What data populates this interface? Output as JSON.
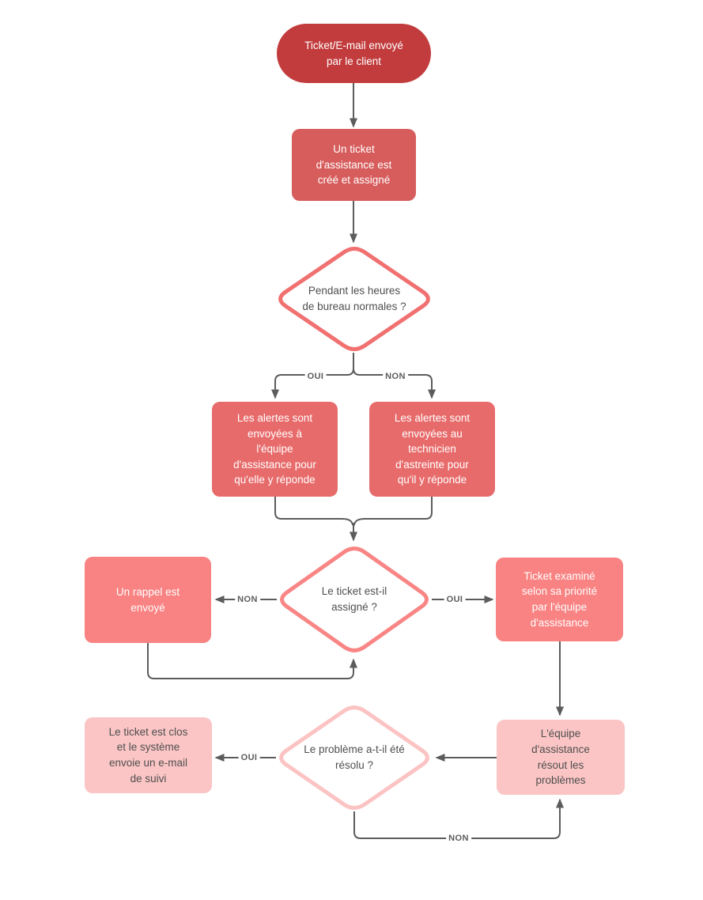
{
  "diagram": {
    "nodes": {
      "start": {
        "type": "terminator",
        "label": "Ticket/E-mail envoyé\npar le client"
      },
      "create": {
        "type": "process",
        "label": "Un ticket\nd'assistance est\ncréé et assigné"
      },
      "hours": {
        "type": "decision",
        "label": "Pendant les heures\nde bureau normales ?"
      },
      "alert_team": {
        "type": "process",
        "label": "Les alertes sont\nenvoyées à\nl'équipe\nd'assistance pour\nqu'elle y réponde"
      },
      "alert_tech": {
        "type": "process",
        "label": "Les alertes sont\nenvoyées au\ntechnicien\nd'astreinte pour\nqu'il y réponde"
      },
      "assigned": {
        "type": "decision",
        "label": "Le ticket est-il\nassigné ?"
      },
      "reminder": {
        "type": "process",
        "label": "Un rappel est\nenvoyé"
      },
      "review": {
        "type": "process",
        "label": "Ticket examiné\nselon sa priorité\npar l'équipe\nd'assistance"
      },
      "resolved": {
        "type": "decision",
        "label": "Le problème a-t-il été\nrésolu ?"
      },
      "closed": {
        "type": "process",
        "label": "Le ticket est clos\net le système\nenvoie un e-mail\nde suivi"
      },
      "resolve": {
        "type": "process",
        "label": "L'équipe\nd'assistance\nrésout les\nproblèmes"
      }
    },
    "edge_labels": {
      "hours_oui": "OUI",
      "hours_non": "NON",
      "assigned_non": "NON",
      "assigned_oui": "OUI",
      "resolved_oui": "OUI",
      "resolved_non": "NON"
    },
    "colors": {
      "canvas_bg": "#ffffff",
      "terminator_fill": "#c23c3d",
      "process1_fill": "#d75c5c",
      "process2_fill": "#e86b6b",
      "process3_fill": "#f98282",
      "process4_fill": "#fbc5c5",
      "decision1_border": "#f17070",
      "decision2_border": "#f98585",
      "decision3_border": "#fcc3c3",
      "decision_fill": "#ffffff",
      "connector": "#5c5c5c",
      "text_light": "#ffffff",
      "text_dark": "#4f4f4f"
    }
  }
}
